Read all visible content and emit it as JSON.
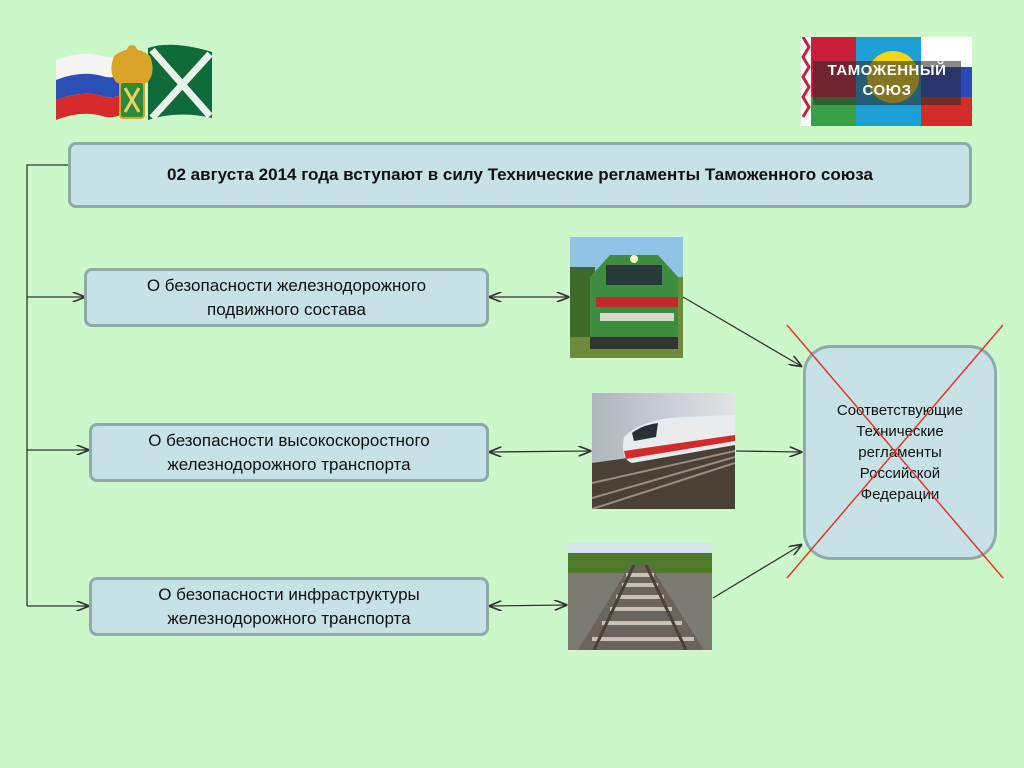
{
  "header": {
    "title": "02 августа 2014 года вступают в силу Технические регламенты Таможенного союза"
  },
  "regulations": [
    {
      "label": "О безопасности железнодорожного\nподвижного состава"
    },
    {
      "label": "О безопасности высокоскоростного\nжелезнодорожного транспорта"
    },
    {
      "label": "О безопасности инфраструктуры\nжелезнодорожного транспорта"
    }
  ],
  "target": {
    "label": "Соответствующие\nТехнические\nрегламенты\nРоссийской\nФедерации",
    "status": "crossed-out"
  },
  "logos": {
    "customs_service": "russian-customs-flag-emblem",
    "customs_union": "ТАМОЖЕННЫЙ\nСОЮЗ"
  },
  "images": [
    "electric-train-photo",
    "high-speed-train-photo",
    "railway-track-photo"
  ],
  "colors": {
    "background": "#ccf7c8",
    "box_fill": "#c6e2e6",
    "box_border": "#8fa9ad",
    "cross": "#e8352a",
    "arrow": "#333333"
  }
}
